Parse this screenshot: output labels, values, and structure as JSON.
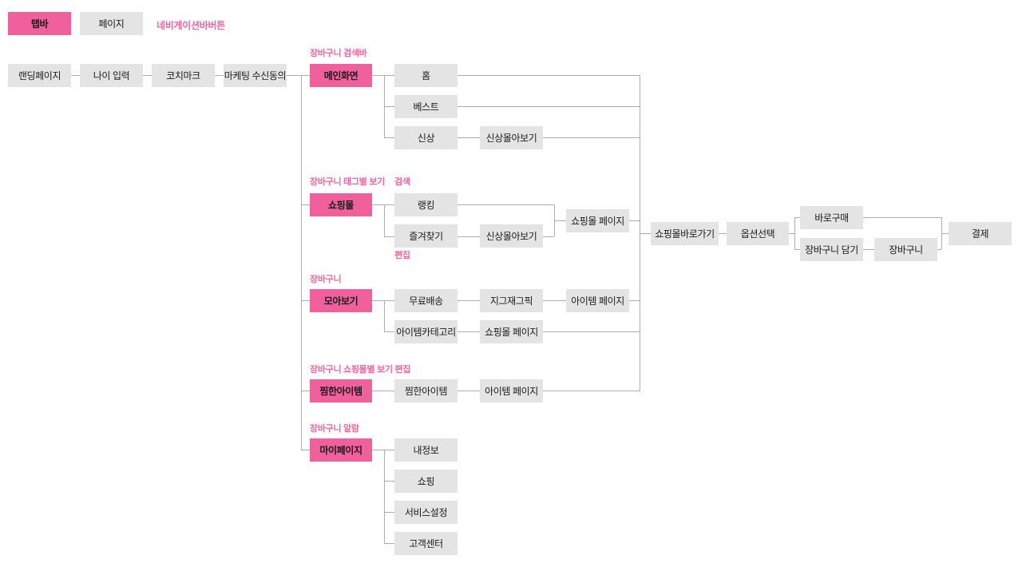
{
  "header": {
    "tabbar": "탭바",
    "page": "페이지",
    "navbar_button": "네비게이션바버튼"
  },
  "onboarding": {
    "landing": "랜딩페이지",
    "age_input": "나이 입력",
    "coach_mark": "코치마크",
    "marketing_consent": "마케팅 수신동의"
  },
  "sections": {
    "main": {
      "annotation": "장바구니 검색바",
      "tab": "메인화면",
      "home": "홈",
      "best": "베스트",
      "new_arrivals": "신상",
      "new_browse": "신상몰아보기"
    },
    "mall": {
      "annotation": "장바구니 태그별 보기",
      "search_note": "검색",
      "edit_note": "편집",
      "tab": "쇼핑몰",
      "ranking": "랭킹",
      "favorites": "즐겨찾기",
      "new_browse": "신상몰아보기",
      "mall_page": "쇼핑몰 페이지"
    },
    "collect": {
      "annotation": "장바구니",
      "tab": "모아보기",
      "free_shipping": "무료배송",
      "zigzag_pick": "지그재그픽",
      "item_page": "아이템 페이지",
      "item_category": "아이템카테고리",
      "mall_page": "쇼핑몰 페이지"
    },
    "wishlist": {
      "annotation": "장바구니 쇼핑몰별 보기 편집",
      "tab": "찜한아이템",
      "items": "찜한아이템",
      "item_page": "아이템 페이지"
    },
    "mypage": {
      "annotation": "장바구니 알람",
      "tab": "마이페이지",
      "my_info": "내정보",
      "shopping": "쇼핑",
      "service_settings": "서비스설정",
      "customer_center": "고객센터"
    }
  },
  "purchase_flow": {
    "mall_shortcut": "쇼핑몰바로가기",
    "option_select": "옵션선택",
    "buy_now": "바로구매",
    "add_to_cart": "장바구니 담기",
    "cart": "장바구니",
    "checkout": "결제"
  },
  "colors": {
    "pink": "#f0609c",
    "gray": "#e4e4e4",
    "annotation_pink": "#f9619f",
    "line": "#adadad"
  }
}
